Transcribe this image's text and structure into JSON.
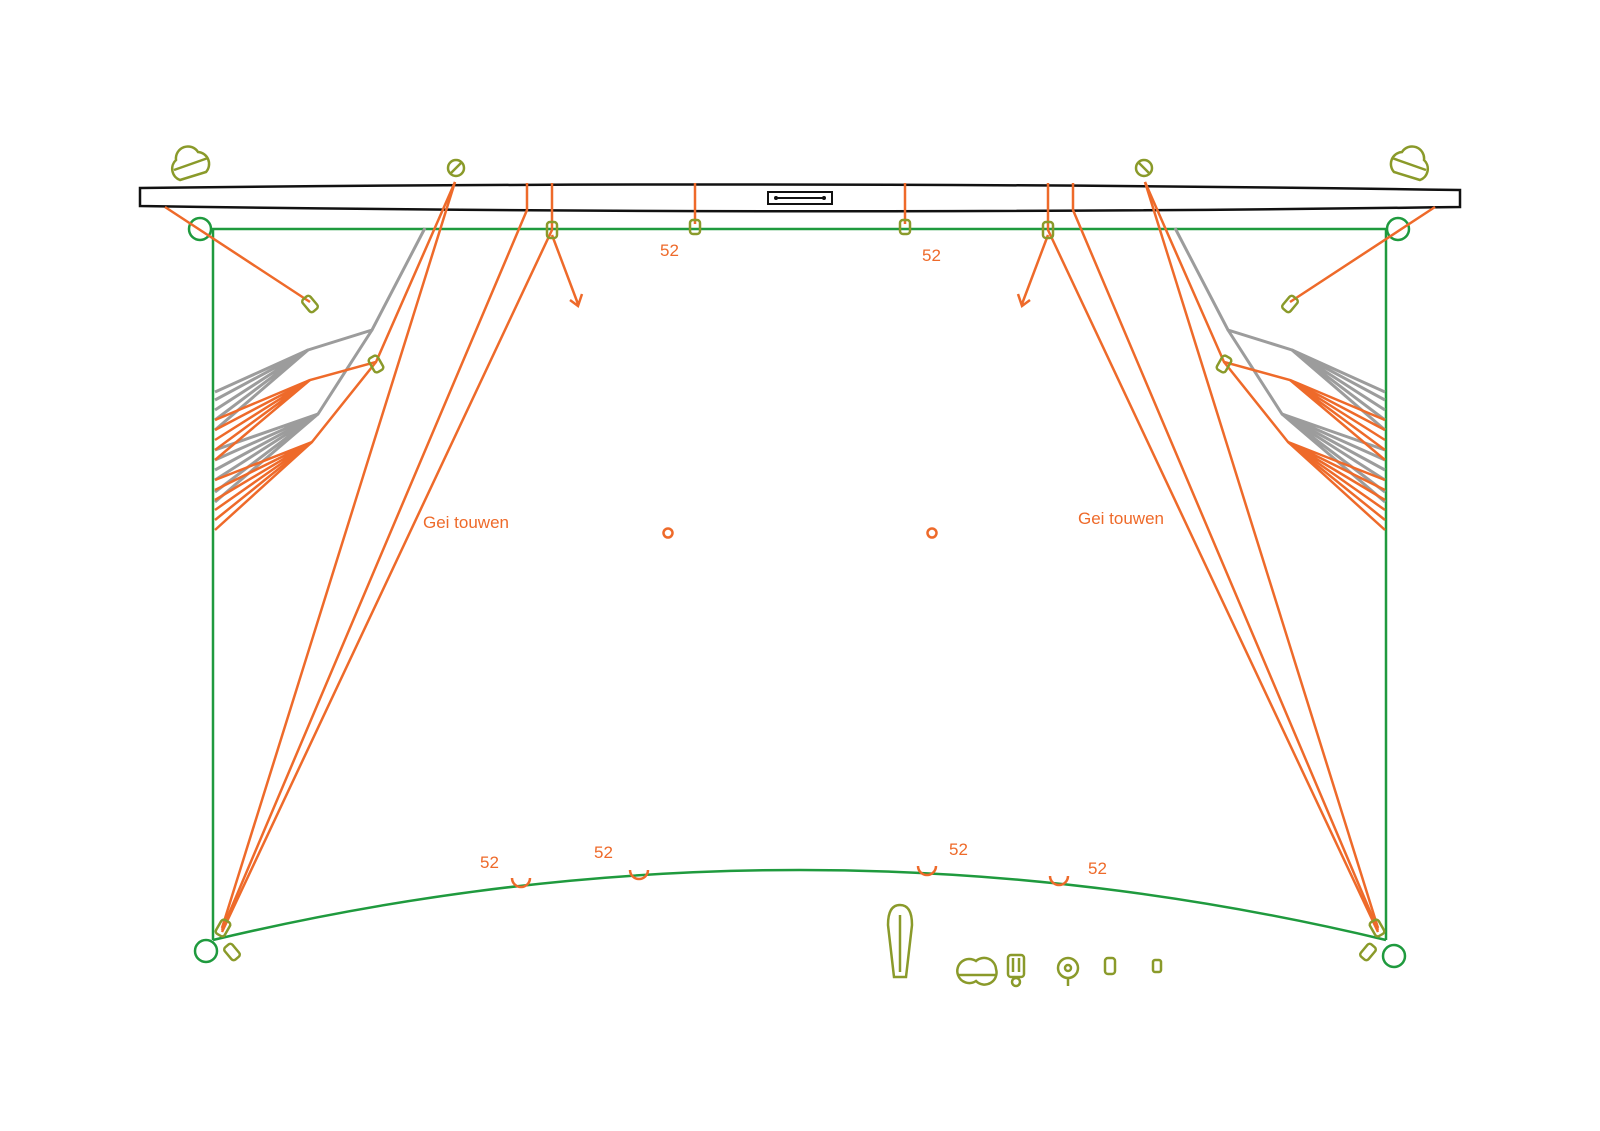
{
  "labels": {
    "gei_left": "Gei touwen",
    "gei_right": "Gei touwen",
    "dim_top_left": "52",
    "dim_top_right": "52",
    "dim_bottom_1": "52",
    "dim_bottom_2": "52",
    "dim_bottom_3": "52",
    "dim_bottom_4": "52"
  },
  "colors": {
    "rope": "#ee6a2a",
    "sail_edge": "#1f9a3e",
    "fitting": "#8a9a2a",
    "lifting_line": "#9c9c9c",
    "yard": "#111111"
  },
  "icons": {
    "yard_center_plate": "rectangle-plate-icon",
    "block": "block-icon",
    "cleat": "cleat-icon",
    "shackle": "shackle-icon"
  }
}
